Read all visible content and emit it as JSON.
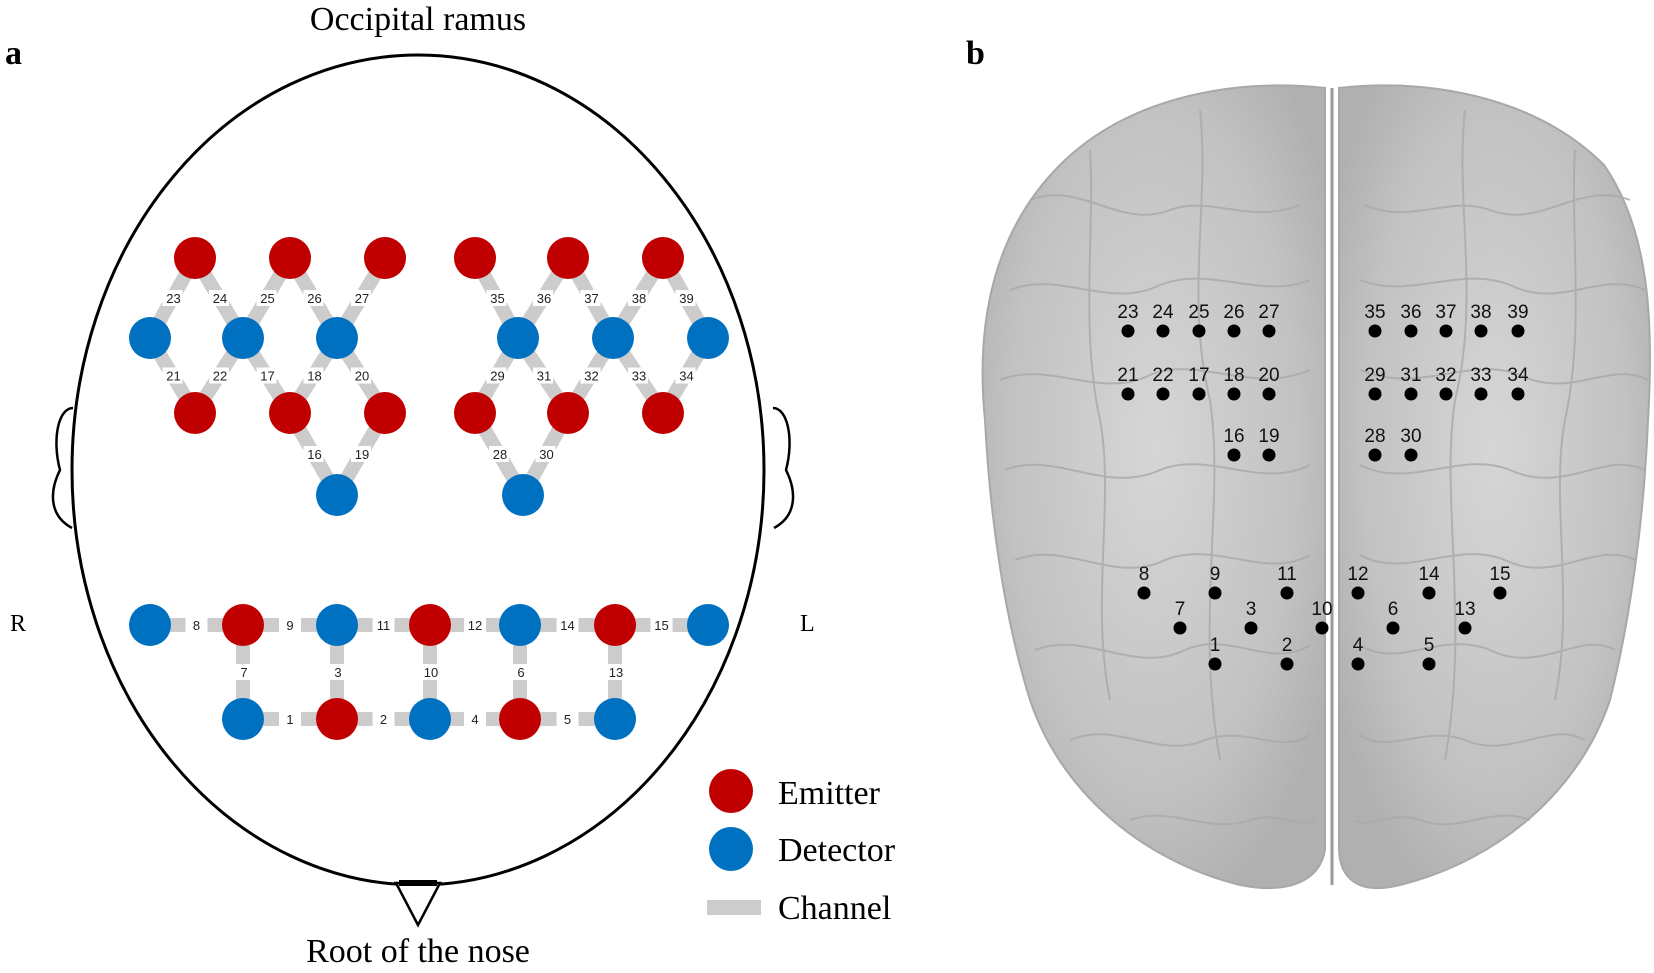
{
  "panels": {
    "a": {
      "panel_label": "a",
      "top_label": "Occipital ramus",
      "bottom_label": "Root of the nose",
      "right_side_label": "R",
      "left_side_label": "L",
      "legend": [
        {
          "label": "Emitter",
          "color": "#c00000",
          "kind": "circle"
        },
        {
          "label": "Detector",
          "color": "#0070c0",
          "kind": "circle"
        },
        {
          "label": "Channel",
          "color": "#cccccc",
          "kind": "bar"
        }
      ],
      "channel_numbers": [
        "1",
        "2",
        "3",
        "4",
        "5",
        "6",
        "7",
        "8",
        "9",
        "10",
        "11",
        "12",
        "13",
        "14",
        "15",
        "16",
        "17",
        "18",
        "19",
        "20",
        "21",
        "22",
        "23",
        "24",
        "25",
        "26",
        "27",
        "28",
        "29",
        "30",
        "31",
        "32",
        "33",
        "34",
        "35",
        "36",
        "37",
        "38",
        "39"
      ]
    },
    "b": {
      "panel_label": "b",
      "channel_numbers": [
        "1",
        "2",
        "3",
        "4",
        "5",
        "6",
        "7",
        "8",
        "9",
        "10",
        "11",
        "12",
        "13",
        "14",
        "15",
        "16",
        "17",
        "18",
        "19",
        "20",
        "21",
        "22",
        "23",
        "24",
        "25",
        "26",
        "27",
        "28",
        "29",
        "30",
        "31",
        "32",
        "33",
        "34",
        "35",
        "36",
        "37",
        "38",
        "39"
      ]
    }
  },
  "colors": {
    "emitter": "#c00000",
    "detector": "#0070c0",
    "channel": "#cccccc",
    "outline": "#000000",
    "brain": "#c4c4c4"
  }
}
